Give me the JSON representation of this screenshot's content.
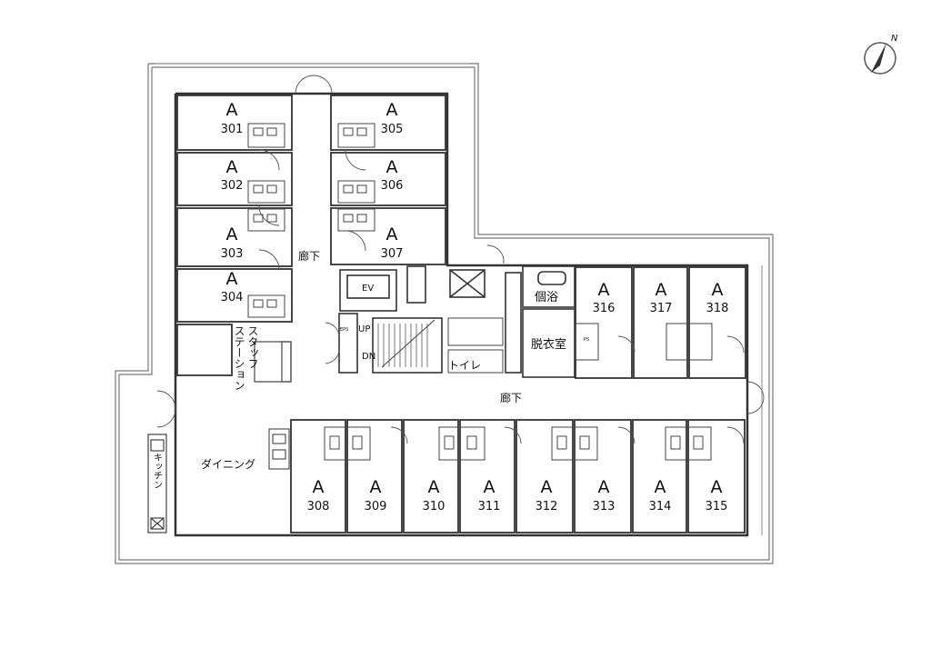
{
  "compass": {
    "symbol": "N"
  },
  "rooms": [
    {
      "type": "A",
      "number": "301"
    },
    {
      "type": "A",
      "number": "302"
    },
    {
      "type": "A",
      "number": "303"
    },
    {
      "type": "A",
      "number": "304"
    },
    {
      "type": "A",
      "number": "305"
    },
    {
      "type": "A",
      "number": "306"
    },
    {
      "type": "A",
      "number": "307"
    },
    {
      "type": "A",
      "number": "308"
    },
    {
      "type": "A",
      "number": "309"
    },
    {
      "type": "A",
      "number": "310"
    },
    {
      "type": "A",
      "number": "311"
    },
    {
      "type": "A",
      "number": "312"
    },
    {
      "type": "A",
      "number": "313"
    },
    {
      "type": "A",
      "number": "314"
    },
    {
      "type": "A",
      "number": "315"
    },
    {
      "type": "A",
      "number": "316"
    },
    {
      "type": "A",
      "number": "317"
    },
    {
      "type": "A",
      "number": "318"
    }
  ],
  "labels": {
    "corridor_upper": "廊下",
    "corridor_lower": "廊下",
    "elevator": "EV",
    "stairs_up": "UP",
    "stairs_down": "DN",
    "toilet": "トイレ",
    "private_bath": "個浴",
    "dressing_room": "脱衣室",
    "staff_station_line1": "スタッフ",
    "staff_station_line2": "ステーション",
    "kitchen": "キッチン",
    "dining": "ダイニング",
    "eps": "EPS",
    "ps": "PS"
  }
}
